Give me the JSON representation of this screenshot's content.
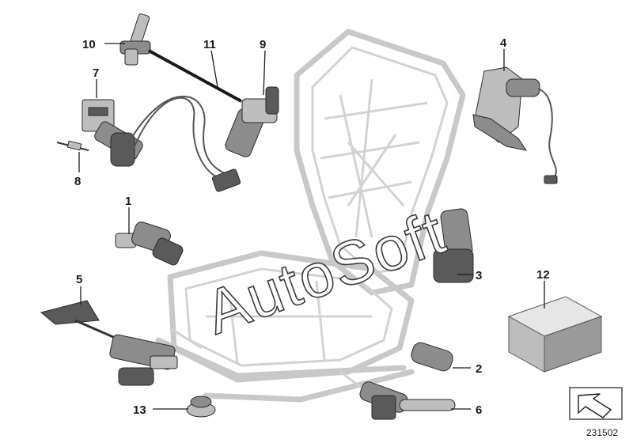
{
  "watermark": "AutoSoft",
  "document_number": "231502",
  "callouts": {
    "c1": "1",
    "c2": "2",
    "c3": "3",
    "c4": "4",
    "c5": "5",
    "c6": "6",
    "c7": "7",
    "c8": "8",
    "c9": "9",
    "c10": "10",
    "c11": "11",
    "c12": "12",
    "c13": "13"
  }
}
